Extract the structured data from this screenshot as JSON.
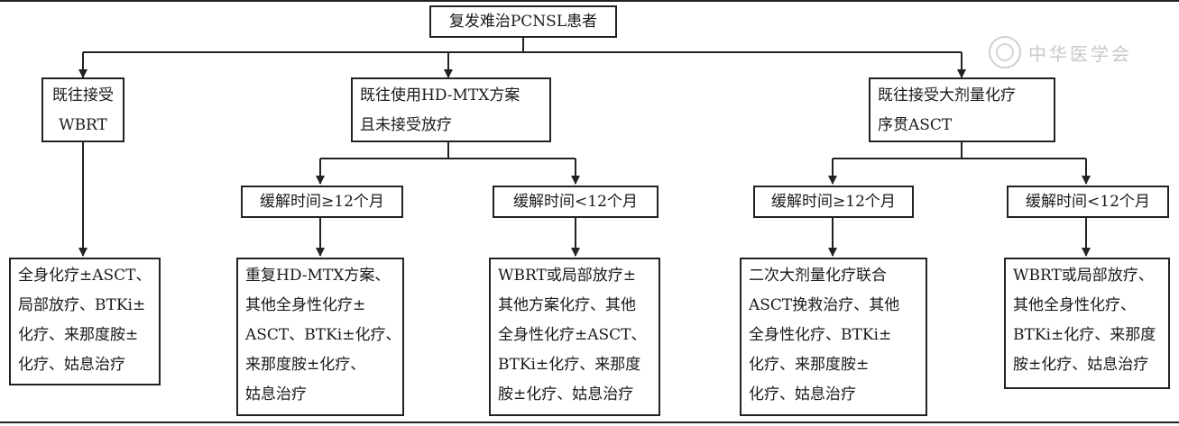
{
  "diagram": {
    "root": "复发难治PCNSL患者",
    "branches": [
      {
        "label": [
          "既往接受",
          "WBRT"
        ],
        "outcome": [
          "全身化疗±ASCT、",
          "局部放疗、BTKi±",
          "化疗、来那度胺±",
          "化疗、姑息治疗"
        ]
      },
      {
        "label": [
          "既往使用HD-MTX方案",
          "且未接受放疗"
        ],
        "sub": [
          {
            "condition": "缓解时间≥12个月",
            "outcome": [
              "重复HD-MTX方案、",
              "其他全身性化疗±",
              "ASCT、BTKi±化疗、",
              "来那度胺±化疗、",
              "姑息治疗"
            ]
          },
          {
            "condition": "缓解时间<12个月",
            "outcome": [
              "WBRT或局部放疗±",
              "其他方案化疗、其他",
              "全身性化疗±ASCT、",
              "BTKi±化疗、来那度",
              "胺±化疗、姑息治疗"
            ]
          }
        ]
      },
      {
        "label": [
          "既往接受大剂量化疗",
          "序贯ASCT"
        ],
        "sub": [
          {
            "condition": "缓解时间≥12个月",
            "outcome": [
              "二次大剂量化疗联合",
              "ASCT挽救治疗、其他",
              "全身性化疗、BTKi±",
              "化疗、来那度胺±",
              "化疗、姑息治疗"
            ]
          },
          {
            "condition": "缓解时间<12个月",
            "outcome": [
              "WBRT或局部放疗、",
              "其他全身性化疗、",
              "BTKi±化疗、来那度",
              "胺±化疗、姑息治疗"
            ]
          }
        ]
      }
    ]
  },
  "watermark": {
    "text": "中华医学会",
    "seal_icon": "emblem-seal-icon"
  }
}
